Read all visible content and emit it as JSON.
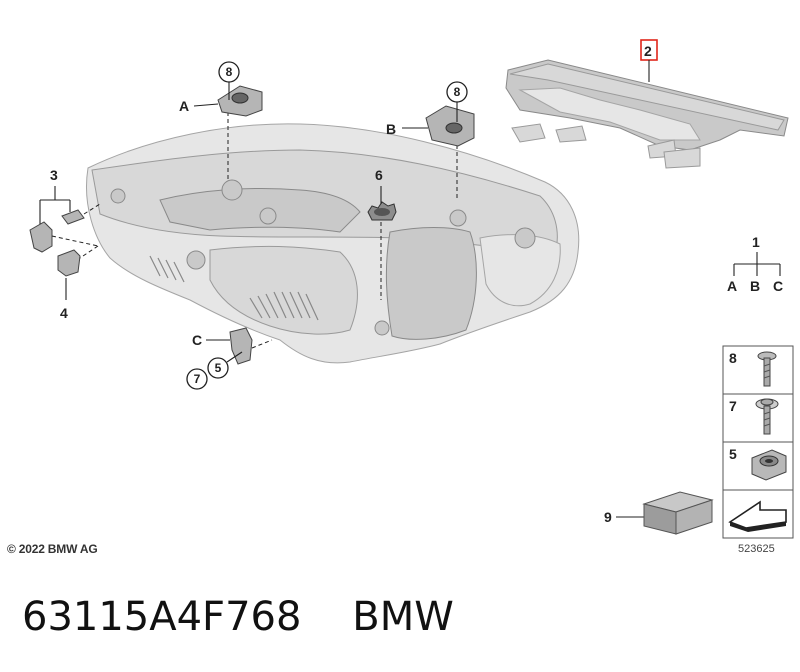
{
  "parts": {
    "p1": "1",
    "p2": "2",
    "p3": "3",
    "p4": "4",
    "p5": "5",
    "p6": "6",
    "p7": "7",
    "p8": "8",
    "p9": "9"
  },
  "letters": {
    "a": "A",
    "b": "B",
    "c": "C"
  },
  "legend": {
    "row8": "8",
    "row7": "7",
    "row5": "5"
  },
  "copyright": "© 2022 BMW AG",
  "drawing_id": "523625",
  "caption": "63115A4F768    BMW"
}
